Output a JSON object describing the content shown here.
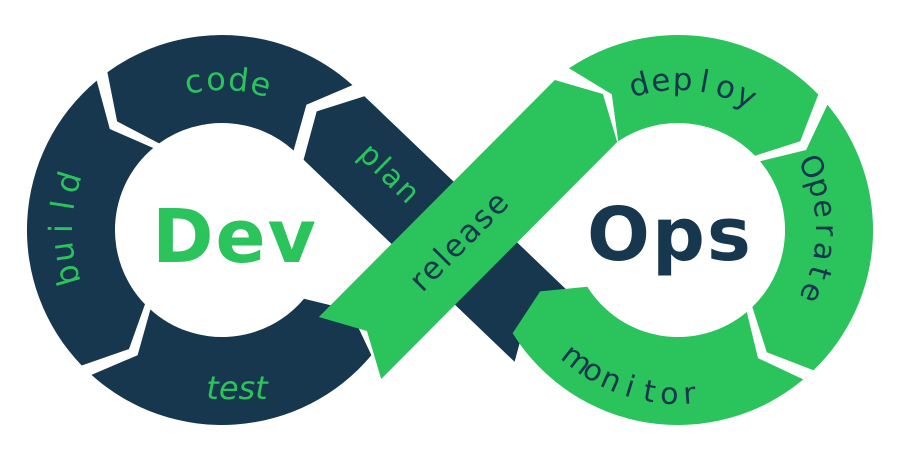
{
  "colors": {
    "navy": "#16374D",
    "green": "#2BC35B",
    "background": "#FFFFFF"
  },
  "dev_loop": {
    "word": "Dev",
    "stages": {
      "plan": "plan",
      "code": "code",
      "build": "build",
      "test": "test"
    }
  },
  "ops_loop": {
    "word": "Ops",
    "stages": {
      "release": "release",
      "deploy": "deploy",
      "operate": "Operate",
      "monitor": "monitor"
    }
  }
}
